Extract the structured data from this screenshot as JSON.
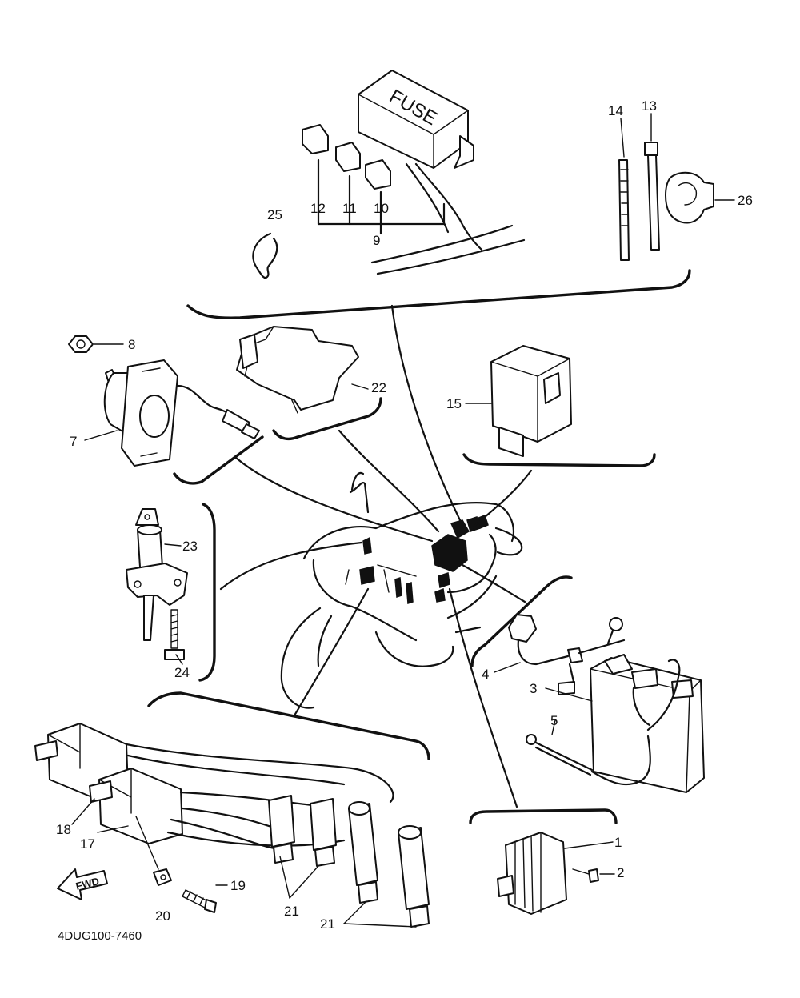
{
  "diagram": {
    "drawing_code": "4DUG100-7460",
    "fuse_box_label": "FUSE",
    "direction_arrow_label": "FWD",
    "part_callouts": [
      "1",
      "2",
      "3",
      "4",
      "5",
      "7",
      "8",
      "9",
      "10",
      "11",
      "12",
      "13",
      "14",
      "15",
      "17",
      "18",
      "19",
      "20",
      "21",
      "21",
      "22",
      "23",
      "24",
      "25",
      "26"
    ]
  }
}
